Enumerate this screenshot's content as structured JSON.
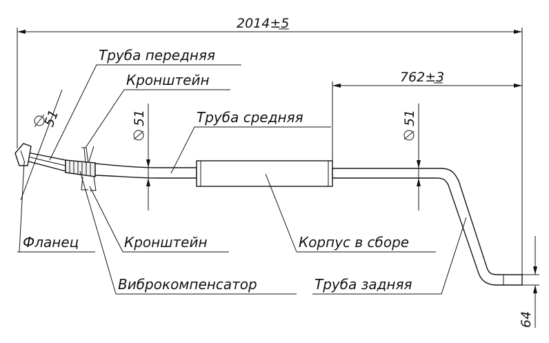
{
  "dimensions": {
    "overall_length": "2014±5",
    "rear_length": "762±3",
    "diameter_front": "51",
    "diameter_mid": "51",
    "diameter_rear": "51",
    "rear_height": "64"
  },
  "labels": {
    "pipe_front": "Труба передняя",
    "bracket_top": "Кронштейн",
    "pipe_middle": "Труба средняя",
    "flange": "Фланец",
    "bracket_bottom": "Кронштейн",
    "muffler_body": "Корпус в сборе",
    "vibration_compensator": "Виброкомпенсатор",
    "pipe_rear": "Труба задняя"
  },
  "colors": {
    "line": "#111111",
    "background": "#ffffff"
  }
}
